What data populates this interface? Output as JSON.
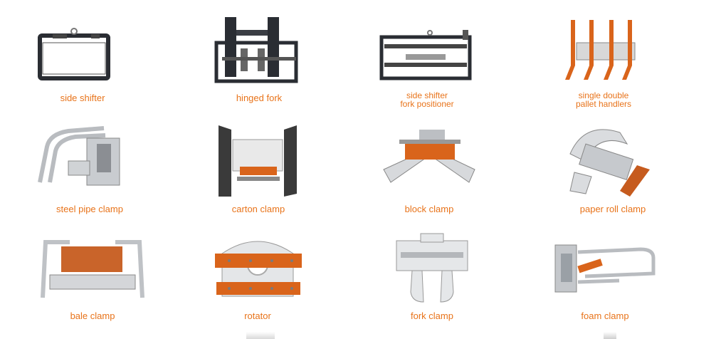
{
  "accent_color": "#e8731a",
  "frame_color": "#2a2d33",
  "items": [
    {
      "label": "side shifter",
      "icon": "side-shifter-icon"
    },
    {
      "label": "hinged fork",
      "icon": "hinged-fork-icon"
    },
    {
      "label": "side shifter",
      "label2": "fork positioner",
      "icon": "fork-positioner-icon"
    },
    {
      "label": "single double",
      "label2": "pallet handlers",
      "icon": "pallet-handler-icon"
    },
    {
      "label": "steel pipe clamp",
      "icon": "steel-pipe-clamp-icon"
    },
    {
      "label": "carton clamp",
      "icon": "carton-clamp-icon"
    },
    {
      "label": "block clamp",
      "icon": "block-clamp-icon"
    },
    {
      "label": "paper  roll  clamp",
      "icon": "paper-roll-clamp-icon"
    },
    {
      "label": "bale clamp",
      "icon": "bale-clamp-icon"
    },
    {
      "label": "rotator",
      "icon": "rotator-icon"
    },
    {
      "label": "fork clamp",
      "icon": "fork-clamp-icon"
    },
    {
      "label": "foam  clamp",
      "icon": "foam-clamp-icon"
    }
  ]
}
